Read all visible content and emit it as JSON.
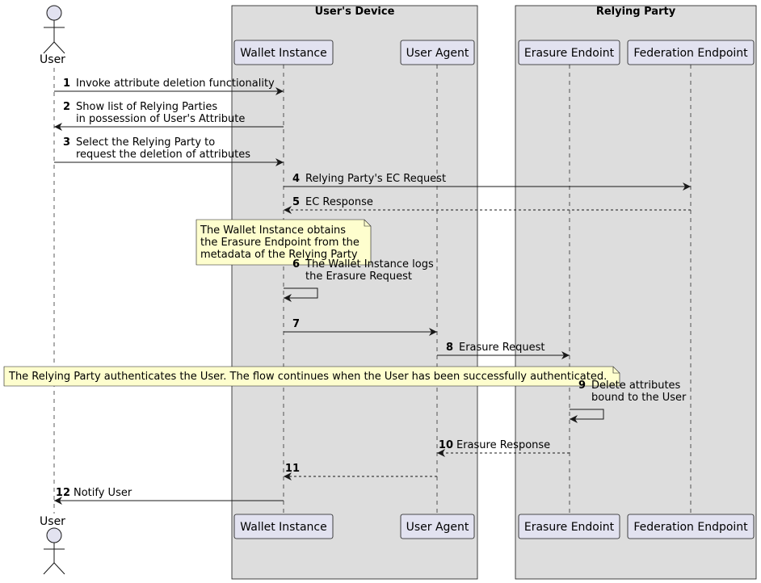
{
  "boxes": {
    "users_device": "User's Device",
    "relying_party": "Relying Party"
  },
  "participants": {
    "user": "User",
    "wallet": "Wallet Instance",
    "agent": "User Agent",
    "erasure": "Erasure Endoint",
    "federation": "Federation Endpoint"
  },
  "messages": [
    {
      "num": "1",
      "lines": [
        "Invoke attribute deletion functionality"
      ]
    },
    {
      "num": "2",
      "lines": [
        "Show list of Relying Parties",
        "in possession of User's Attribute"
      ]
    },
    {
      "num": "3",
      "lines": [
        "Select the Relying Party to",
        "request the deletion of attributes"
      ]
    },
    {
      "num": "4",
      "lines": [
        "Relying Party's EC Request"
      ]
    },
    {
      "num": "5",
      "lines": [
        "EC Response"
      ]
    },
    {
      "num": "6",
      "lines": [
        "The Wallet Instance logs",
        "the Erasure Request"
      ]
    },
    {
      "num": "7",
      "lines": []
    },
    {
      "num": "8",
      "lines": [
        "Erasure Request"
      ]
    },
    {
      "num": "9",
      "lines": [
        "Delete attributes",
        "bound to the User"
      ]
    },
    {
      "num": "10",
      "lines": [
        "Erasure Response"
      ]
    },
    {
      "num": "11",
      "lines": []
    },
    {
      "num": "12",
      "lines": [
        "Notify User"
      ]
    }
  ],
  "notes": {
    "wallet_note": [
      "The Wallet Instance obtains",
      "the Erasure Endpoint from the",
      "metadata of the Relying Party"
    ],
    "auth_note": [
      "The Relying Party authenticates the User. The flow continues when the User has been successfully authenticated."
    ]
  },
  "colors": {
    "participant_fill": "#e2e2f0",
    "participant_stroke": "#181818",
    "box_fill": "#dddddd",
    "note_fill": "#fefece"
  }
}
